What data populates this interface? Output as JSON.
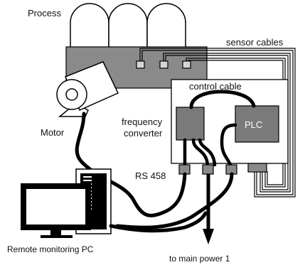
{
  "labels": {
    "process": "Process",
    "sensor_cables": "sensor cables",
    "control_cable": "control cable",
    "frequency": "frequency",
    "converter": "converter",
    "plc": "PLC",
    "motor": "Motor",
    "rs": "RS 458",
    "pc": "Remote monitoring PC",
    "main_power": "to main power  1"
  },
  "colors": {
    "process_block": "#8a8a8a",
    "converter_box": "#7a7a7a",
    "plc_box": "#7a7a7a",
    "connector": "#8a8a8a",
    "cable": "#000000",
    "outline": "#000000",
    "screen_glass": "#ffffff"
  }
}
